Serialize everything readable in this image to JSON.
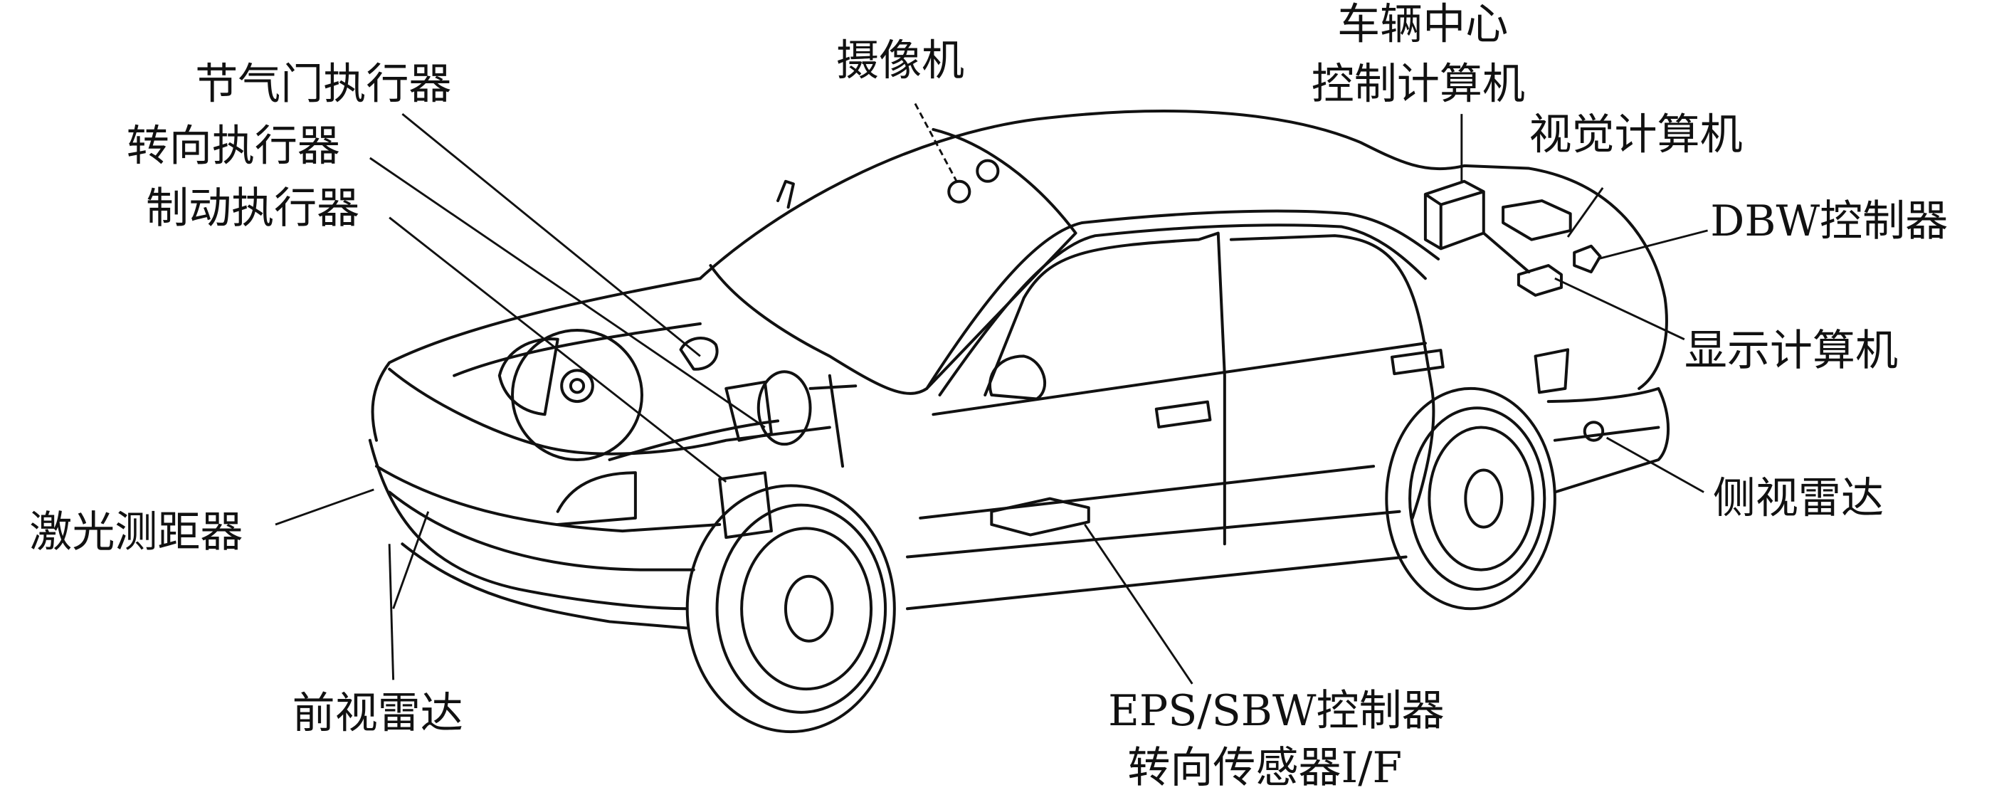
{
  "labels": {
    "throttle_actuator": "节气门执行器",
    "steering_actuator": "转向执行器",
    "brake_actuator": "制动执行器",
    "camera": "摄像机",
    "central_computer_line1": "车辆中心",
    "central_computer_line2": "控制计算机",
    "vision_computer": "视觉计算机",
    "dbw_controller": "DBW控制器",
    "display_computer": "显示计算机",
    "side_radar": "侧视雷达",
    "laser_rangefinder": "激光测距器",
    "front_radar": "前视雷达",
    "eps_controller_line1": "EPS/SBW控制器",
    "eps_controller_line2": "转向传感器I/F"
  }
}
